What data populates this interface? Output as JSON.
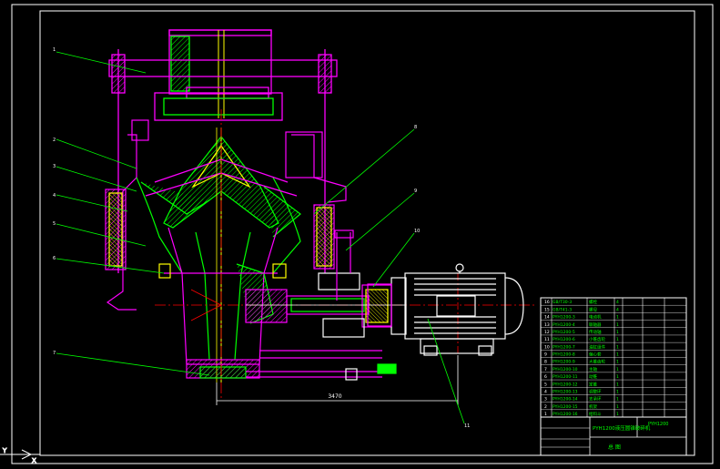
{
  "drawing": {
    "title_block": {
      "model": "PYH1200液压圆锥破碎机",
      "sheet": "总 图",
      "small_label": "PYH1200"
    },
    "dimension_label": "3470",
    "callouts": [
      "1",
      "2",
      "3",
      "4",
      "5",
      "6",
      "7",
      "8",
      "9",
      "10",
      "11"
    ],
    "bom_rows": [
      {
        "code": "GB/T30-3",
        "name": "螺栓",
        "qty": "4"
      },
      {
        "code": "GB/T41-3",
        "name": "螺母",
        "qty": "4"
      },
      {
        "code": "PYH1200-3",
        "name": "电动机",
        "qty": "1"
      },
      {
        "code": "PYH1200-4",
        "name": "联轴器",
        "qty": "1"
      },
      {
        "code": "PYH1200-5",
        "name": "传动轴",
        "qty": "1"
      },
      {
        "code": "PYH1200-6",
        "name": "小锥齿轮",
        "qty": "1"
      },
      {
        "code": "PYH1200-7",
        "name": "油缸组件",
        "qty": "1"
      },
      {
        "code": "PYH1200-8",
        "name": "偏心套",
        "qty": "1"
      },
      {
        "code": "PYH1200-9",
        "name": "大锥齿轮",
        "qty": "1"
      },
      {
        "code": "PYH1200-10",
        "name": "主轴",
        "qty": "1"
      },
      {
        "code": "PYH1200-11",
        "name": "动锥",
        "qty": "1"
      },
      {
        "code": "PYH1200-12",
        "name": "定锥",
        "qty": "1"
      },
      {
        "code": "PYH1200-13",
        "name": "调整环",
        "qty": "1"
      },
      {
        "code": "PYH1200-14",
        "name": "支承环",
        "qty": "1"
      },
      {
        "code": "PYH1200-15",
        "name": "机架",
        "qty": "1"
      },
      {
        "code": "PYH1200-16",
        "name": "给料斗",
        "qty": "1"
      }
    ]
  },
  "colors": {
    "background": "#000000",
    "frame": "#ffffff",
    "magenta": "#ff00ff",
    "green": "#00ff00",
    "yellow": "#ffff00",
    "red": "#ff0000",
    "white": "#ffffff",
    "cyan": "#00ffff"
  }
}
